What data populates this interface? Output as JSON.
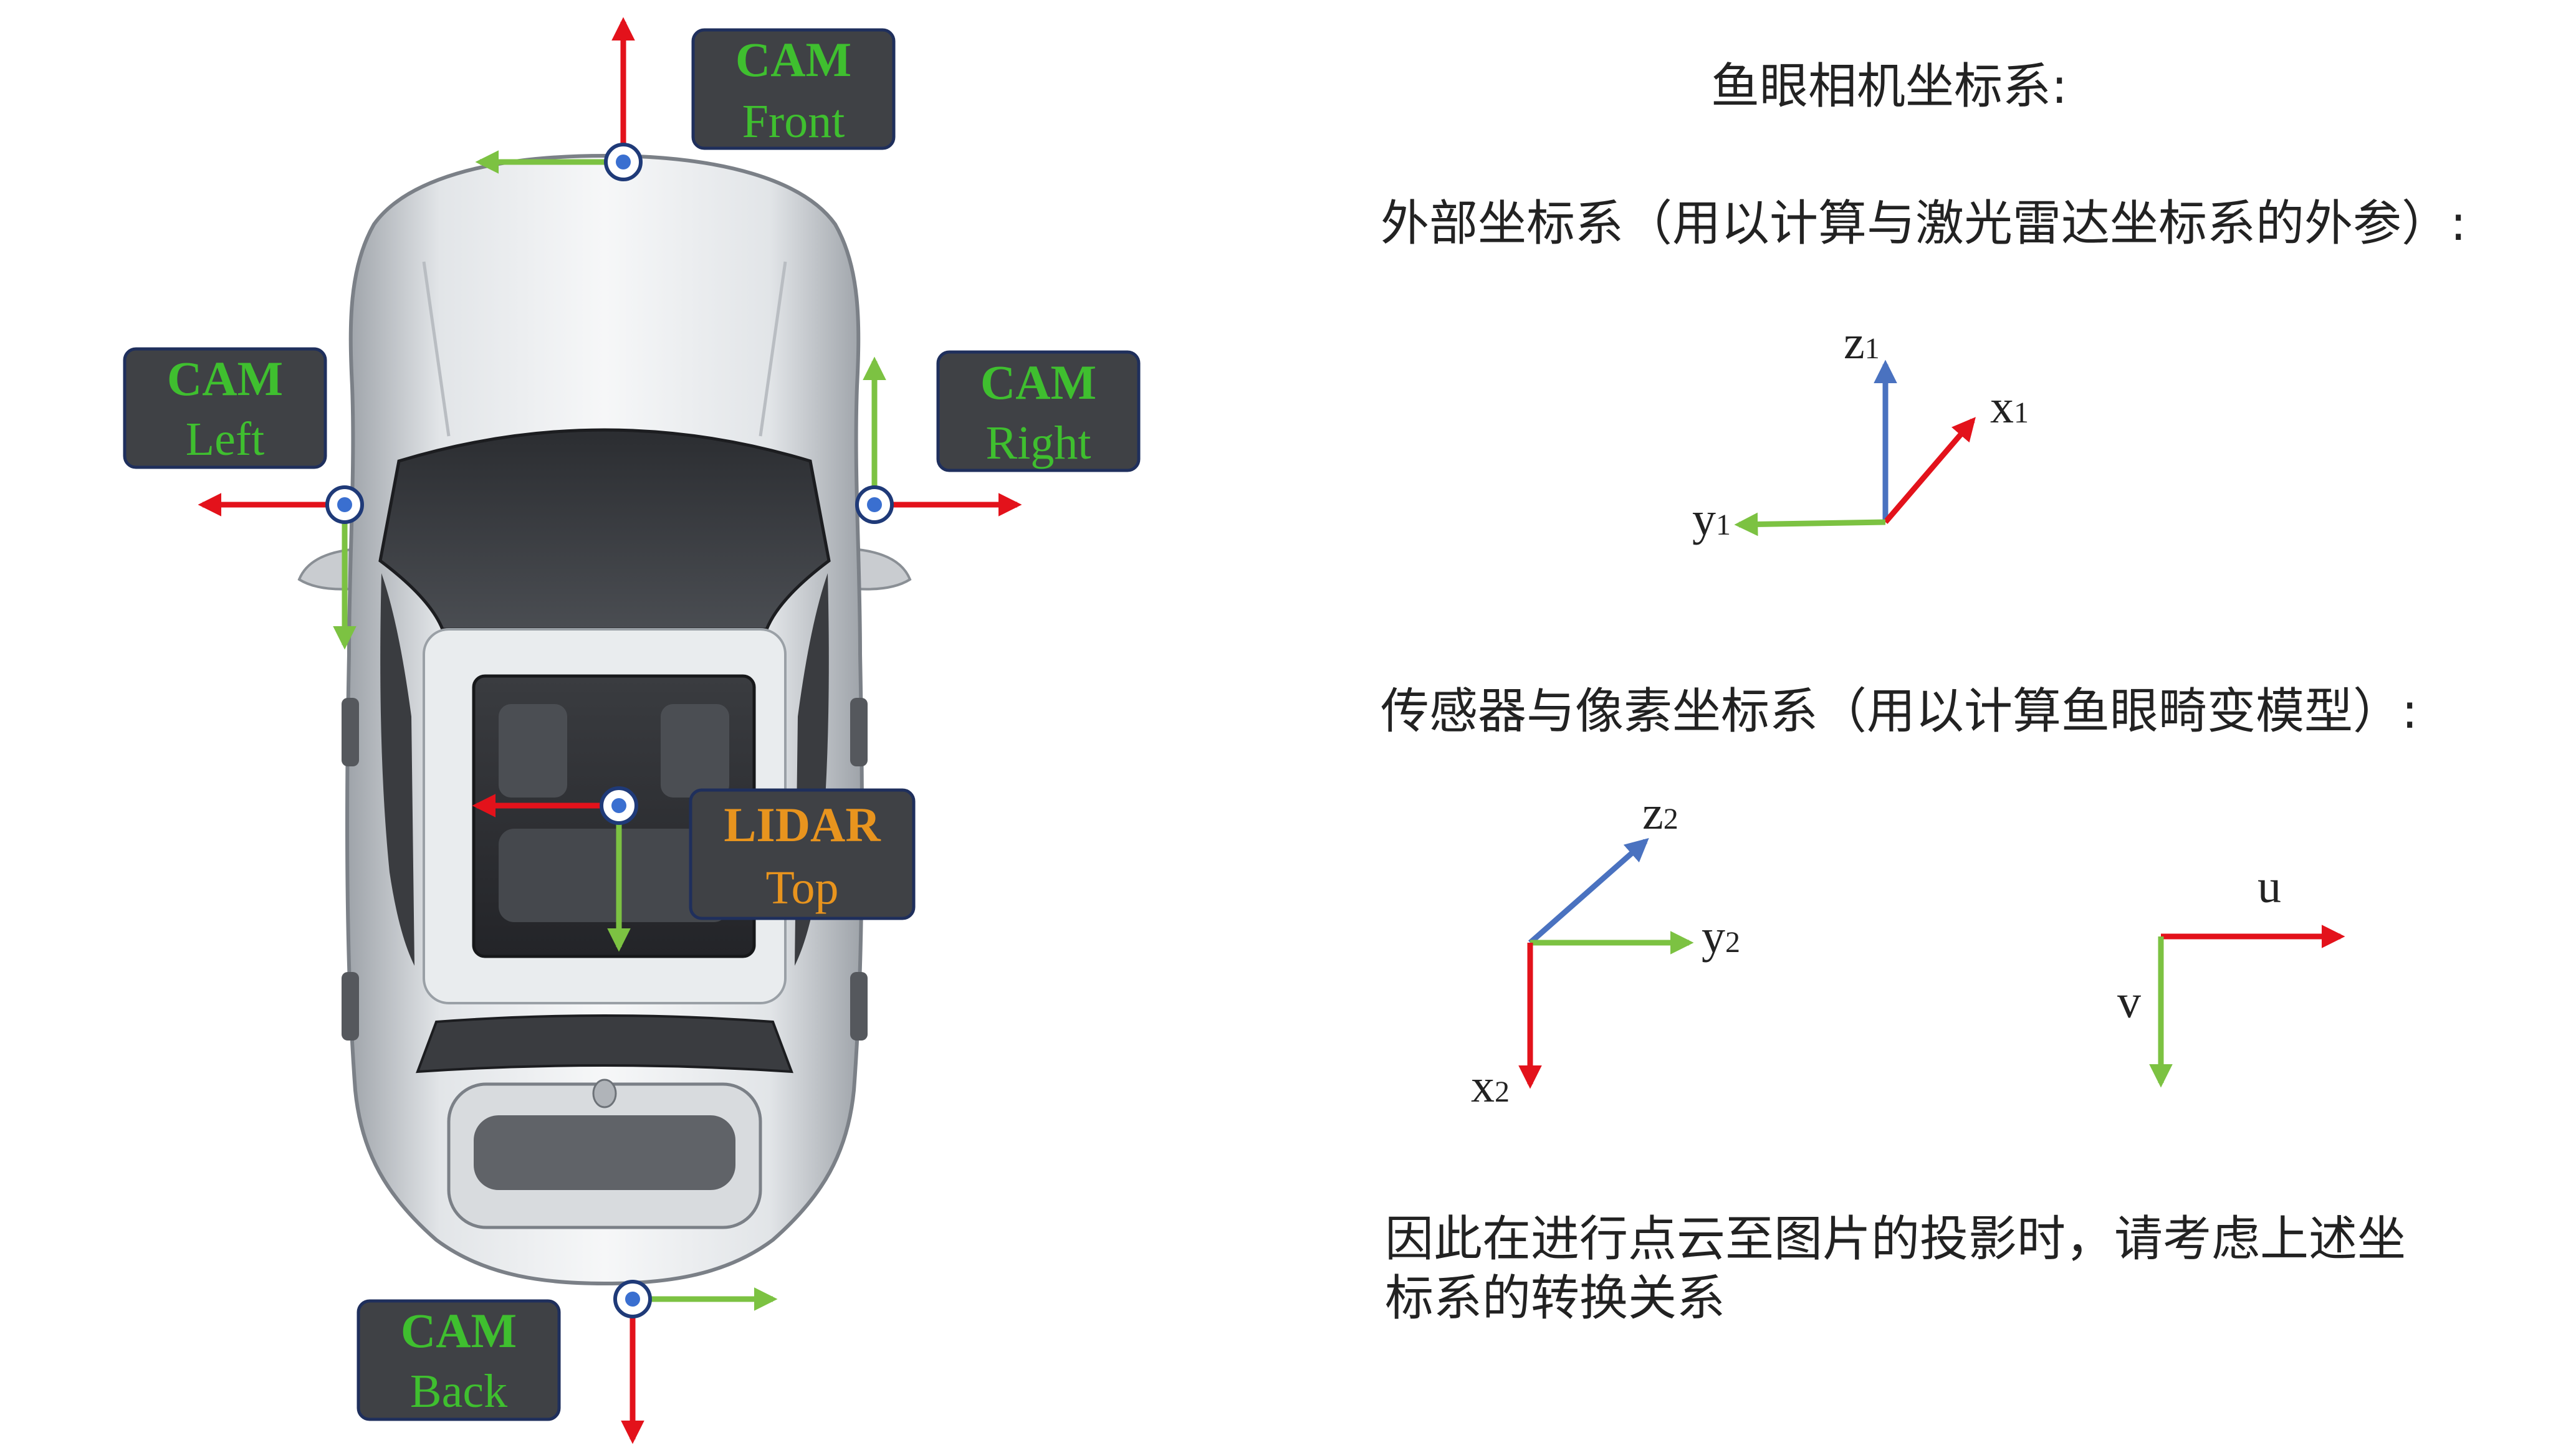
{
  "colors": {
    "red": "#e3121b",
    "green": "#7cc242",
    "blue": "#4a72c0",
    "cam_text": "#3fbf2f",
    "lidar_text": "#e8941e",
    "box_fill": "#3f4145"
  },
  "car": {
    "cam_front": {
      "title": "CAM",
      "sub": "Front"
    },
    "cam_left": {
      "title": "CAM",
      "sub": "Left"
    },
    "cam_right": {
      "title": "CAM",
      "sub": "Right"
    },
    "cam_back": {
      "title": "CAM",
      "sub": "Back"
    },
    "lidar_top": {
      "title": "LIDAR",
      "sub": "Top"
    }
  },
  "right_panel": {
    "title": "鱼眼相机坐标系:",
    "external_heading": "外部坐标系（用以计算与激光雷达坐标系的外参）:",
    "external_axes": {
      "z": "z",
      "z_sub": "1",
      "x": "x",
      "x_sub": "1",
      "y": "y",
      "y_sub": "1"
    },
    "sensor_heading": "传感器与像素坐标系（用以计算鱼眼畸变模型）:",
    "sensor_axes": {
      "z": "z",
      "z_sub": "2",
      "y": "y",
      "y_sub": "2",
      "x": "x",
      "x_sub": "2"
    },
    "pixel_axes": {
      "u": "u",
      "v": "v"
    },
    "note_line1": "因此在进行点云至图片的投影时，请考虑上述坐",
    "note_line2": "标系的转换关系"
  }
}
